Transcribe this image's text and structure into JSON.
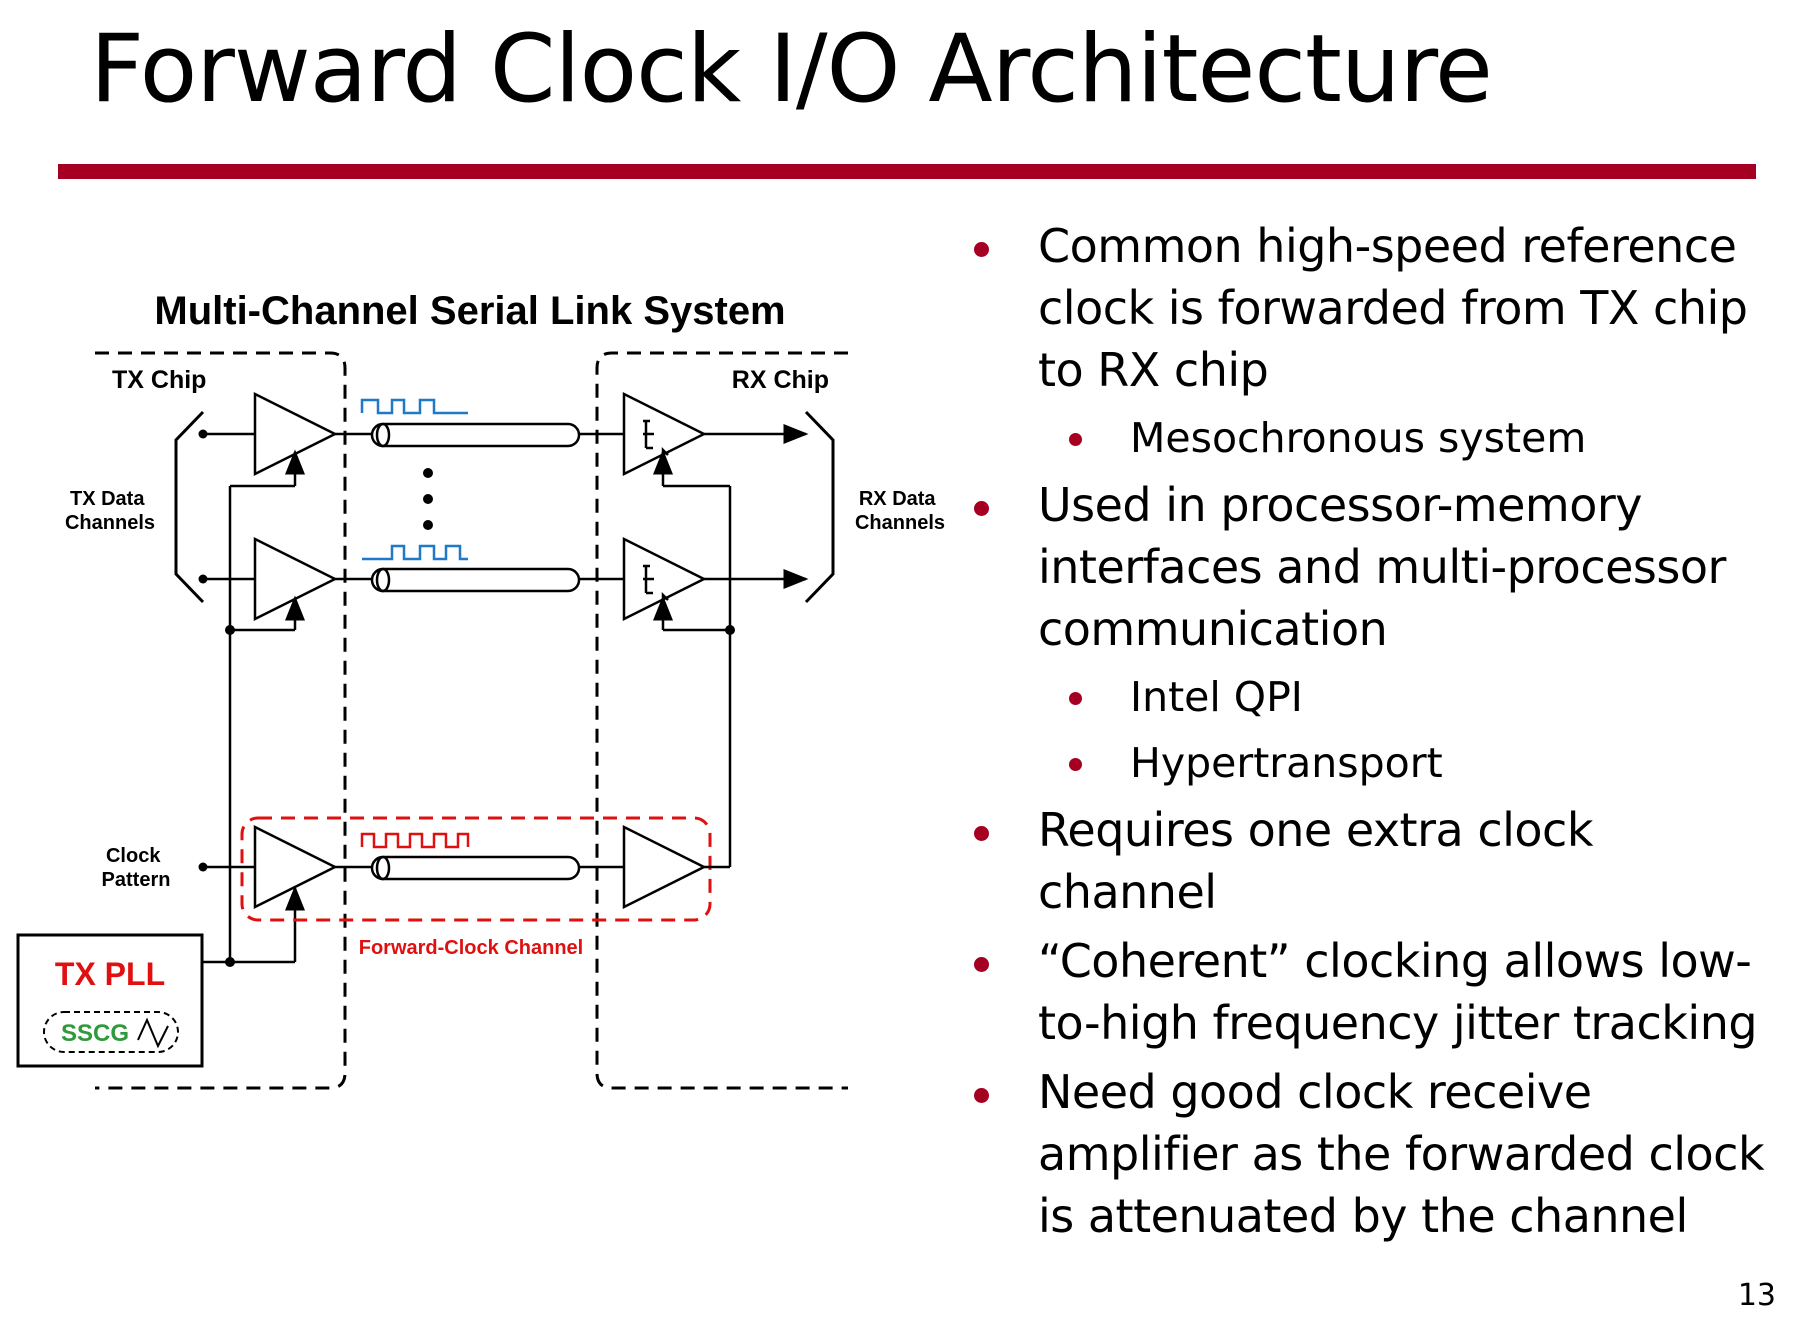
{
  "slide": {
    "title": "Forward Clock I/O Architecture",
    "page_number": "13",
    "accent_color": "#a50021"
  },
  "diagram": {
    "title": "Multi-Channel Serial Link System",
    "tx_chip_label": "TX Chip",
    "rx_chip_label": "RX Chip",
    "tx_data_label": [
      "TX Data",
      "Channels"
    ],
    "rx_data_label": [
      "RX Data",
      "Channels"
    ],
    "clock_pattern_label": [
      "Clock",
      "Pattern"
    ],
    "tx_pll_label": "TX PLL",
    "sscg_label": "SSCG",
    "forward_clock_label": "Forward-Clock Channel",
    "colors": {
      "data_waveform": "#1f78c8",
      "clock_waveform": "#e01010",
      "tx_pll_text": "#e01010",
      "sscg_text": "#2f9a3c"
    }
  },
  "bullets": [
    {
      "level": 1,
      "text": "Common high-speed reference clock is forwarded from TX chip to RX chip"
    },
    {
      "level": 2,
      "text": "Mesochronous system"
    },
    {
      "level": 1,
      "text": "Used in processor-memory interfaces and multi-processor communication"
    },
    {
      "level": 2,
      "text": "Intel QPI"
    },
    {
      "level": 2,
      "text": "Hypertransport"
    },
    {
      "level": 1,
      "text": "Requires one extra clock channel"
    },
    {
      "level": 1,
      "text": "“Coherent” clocking allows low-to-high frequency jitter tracking"
    },
    {
      "level": 1,
      "text": "Need good clock receive amplifier as the forwarded clock is attenuated by the channel"
    }
  ]
}
